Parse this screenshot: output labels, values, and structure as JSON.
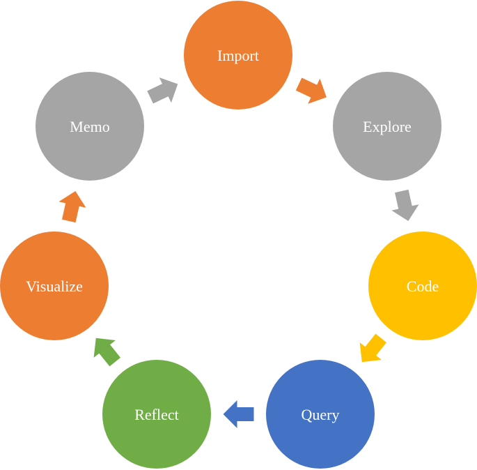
{
  "diagram": {
    "type": "cycle",
    "nodes": [
      {
        "id": "import",
        "label": "Import",
        "color": "#ED7D31"
      },
      {
        "id": "explore",
        "label": "Explore",
        "color": "#A5A5A5"
      },
      {
        "id": "code",
        "label": "Code",
        "color": "#FFC000"
      },
      {
        "id": "query",
        "label": "Query",
        "color": "#4472C4"
      },
      {
        "id": "reflect",
        "label": "Reflect",
        "color": "#70AD47"
      },
      {
        "id": "visualize",
        "label": "Visualize",
        "color": "#ED7D31"
      },
      {
        "id": "memo",
        "label": "Memo",
        "color": "#A5A5A5"
      }
    ],
    "edges": [
      {
        "from": "import",
        "to": "explore",
        "color": "#ED7D31"
      },
      {
        "from": "explore",
        "to": "code",
        "color": "#A5A5A5"
      },
      {
        "from": "code",
        "to": "query",
        "color": "#FFC000"
      },
      {
        "from": "query",
        "to": "reflect",
        "color": "#4472C4"
      },
      {
        "from": "reflect",
        "to": "visualize",
        "color": "#70AD47"
      },
      {
        "from": "visualize",
        "to": "memo",
        "color": "#ED7D31"
      },
      {
        "from": "memo",
        "to": "import",
        "color": "#A5A5A5"
      }
    ]
  }
}
